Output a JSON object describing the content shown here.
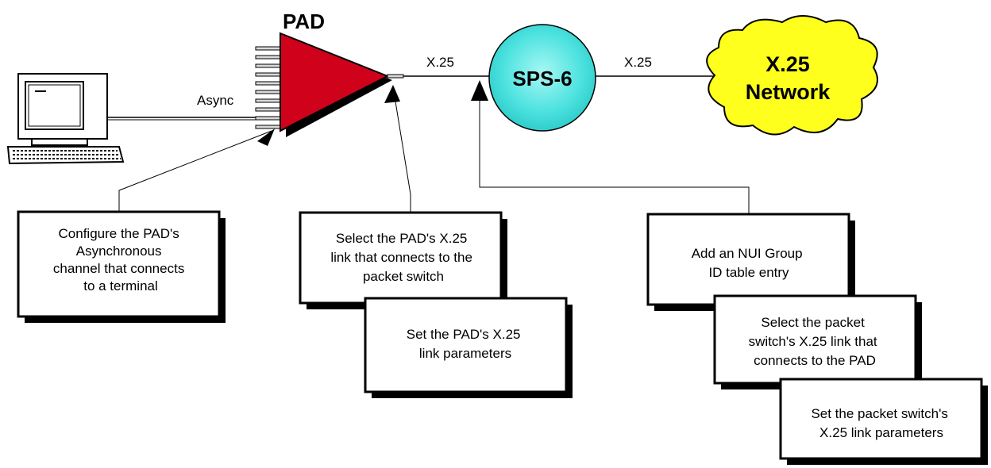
{
  "pad": {
    "title": "PAD"
  },
  "links": {
    "async": "Async",
    "pad_to_switch": "X.25",
    "switch_to_network": "X.25"
  },
  "switch": {
    "label": "SPS-6"
  },
  "network": {
    "line1": "X.25",
    "line2": "Network"
  },
  "boxes": {
    "configure_async": [
      "Configure the PAD's",
      "Asynchronous",
      "channel that connects",
      "to a terminal"
    ],
    "select_pad_link": [
      "Select the PAD's  X.25",
      "link  that connects to the",
      "packet switch"
    ],
    "set_pad_link": [
      "Set the PAD's X.25",
      "link parameters"
    ],
    "add_nui": [
      "Add an NUI Group",
      "ID table entry"
    ],
    "select_switch_link": [
      "Select the packet",
      "switch's X.25 link  that",
      "connects to the PAD"
    ],
    "set_switch_link": [
      "Set the packet switch's",
      "X.25 link parameters"
    ]
  },
  "colors": {
    "pad_red": "#d0021b",
    "switch_cyan": "#4fe3e0",
    "cloud_yellow": "#ffff1e"
  }
}
